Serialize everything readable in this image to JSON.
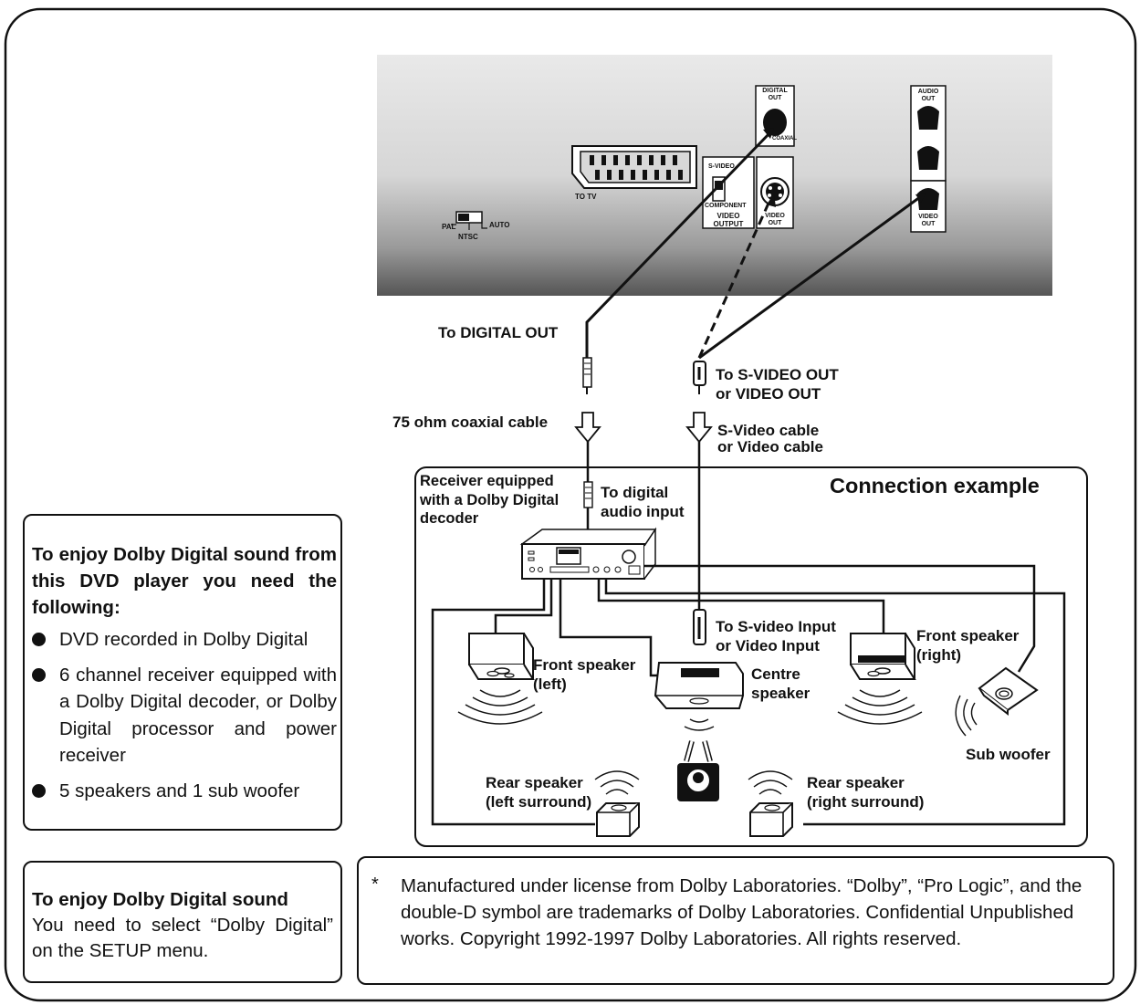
{
  "connection_example_title": "Connection example",
  "labels": {
    "to_digital_out": "To DIGITAL OUT",
    "coax_cable": "75 ohm coaxial cable",
    "to_svideo_out_1": "To S-VIDEO OUT",
    "to_svideo_out_2": "or VIDEO OUT",
    "svideo_cable_1": "S-Video cable",
    "svideo_cable_2": "or Video cable",
    "receiver_1": "Receiver equipped",
    "receiver_2": "with a Dolby Digital",
    "receiver_3": "decoder",
    "to_digital_in_1": "To digital",
    "to_digital_in_2": "audio input",
    "to_svideo_in_1": "To S-video Input",
    "to_svideo_in_2": "or Video Input",
    "front_left_1": "Front speaker",
    "front_left_2": "(left)",
    "front_right_1": "Front speaker",
    "front_right_2": "(right)",
    "centre_1": "Centre",
    "centre_2": "speaker",
    "sub_woofer": "Sub woofer",
    "rear_left_1": "Rear speaker",
    "rear_left_2": "(left surround)",
    "rear_right_1": "Rear speaker",
    "rear_right_2": "(right surround)"
  },
  "panel": {
    "to_tv": "TO TV",
    "pal": "PAL",
    "auto": "AUTO",
    "ntsc": "NTSC",
    "digital_out_1": "DIGITAL",
    "digital_out_2": "OUT",
    "coaxial": "COAXIAL",
    "s_video_switch": "S-VIDEO",
    "component": "COMPONENT",
    "video_output_1": "VIDEO",
    "video_output_2": "OUTPUT",
    "s_video_out_1": "VIDEO",
    "s_video_out_2": "OUT",
    "audio_out_1": "AUDIO",
    "audio_out_2": "OUT",
    "video_out_1": "VIDEO",
    "video_out_2": "OUT"
  },
  "requirements": {
    "title": "To enjoy Dolby Digital sound from this DVD player you need the following:",
    "items": [
      "DVD recorded in Dolby Digital",
      "6 channel receiver equipped with a Dolby Digital decoder, or Dolby Digital processor and power receiver",
      "5 speakers and 1 sub woofer"
    ]
  },
  "setup_note": {
    "title": "To enjoy Dolby Digital sound",
    "text": "You need to select “Dolby Digital” on the SETUP menu."
  },
  "license": {
    "star": "*",
    "text": "Manufactured under license from Dolby Laboratories. “Dolby”, “Pro Logic”, and the double-D symbol are trademarks of Dolby Laboratories. Confidential Unpublished works. Copyright 1992-1997 Dolby Laboratories. All rights reserved."
  }
}
